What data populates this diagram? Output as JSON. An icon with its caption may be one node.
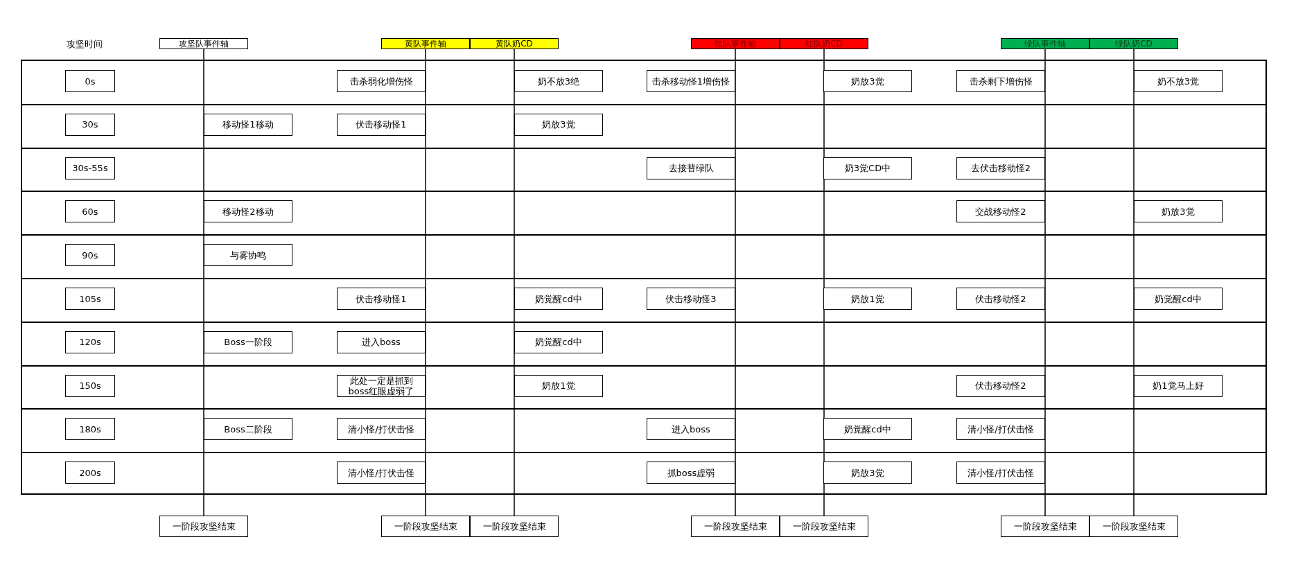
{
  "diagram": {
    "nodes": [
      {
        "text": [
          "攻坚队事件轴"
        ]
      },
      {
        "text": [
          "黄队事件轴"
        ]
      },
      {
        "text": [
          "黄队奶CD"
        ]
      },
      {
        "text": [
          "红队事件轴"
        ]
      },
      {
        "text": [
          "红队奶CD"
        ]
      },
      {
        "text": [
          "绿队事件轴"
        ]
      },
      {
        "text": [
          "绿队奶CD"
        ]
      },
      {
        "text": [],
        "shape": "box"
      },
      {
        "text": [
          "0s"
        ],
        "in": 7
      },
      {
        "text": [
          "击杀弱化增伤怪"
        ],
        "in": 7
      },
      {
        "text": [
          "奶不放3绝"
        ],
        "in": 7
      },
      {
        "text": [
          "击杀移动怪1增伤怪"
        ],
        "in": 7
      },
      {
        "text": [
          "奶放3觉"
        ],
        "in": 7
      },
      {
        "text": [
          "击杀剩下增伤怪"
        ],
        "in": 7
      },
      {
        "text": [
          "奶不放3觉"
        ],
        "in": 7
      },
      {
        "text": [
          "30s"
        ],
        "in": 7
      },
      {
        "text": [
          "移动怪1移动"
        ],
        "in": 7
      },
      {
        "text": [
          "伏击移动怪1"
        ],
        "in": 7
      },
      {
        "text": [
          "奶放3觉"
        ],
        "in": 7
      },
      {
        "text": [
          "30s-55s"
        ],
        "in": 7
      },
      {
        "text": [
          "去接替绿队"
        ],
        "in": 7
      },
      {
        "text": [
          "奶3觉CD中"
        ],
        "in": 7
      },
      {
        "text": [
          "去伏击移动怪2"
        ],
        "in": 7
      },
      {
        "text": [
          "60s"
        ],
        "in": 7
      },
      {
        "text": [
          "移动怪2移动"
        ],
        "in": 7
      },
      {
        "text": [
          "交战移动怪2"
        ],
        "in": 7
      },
      {
        "text": [
          "奶放3觉"
        ],
        "in": 7
      },
      {
        "text": [
          "90s"
        ],
        "in": 7
      },
      {
        "text": [
          "与雾协鸣"
        ],
        "in": 7
      },
      {
        "text": [
          "105s"
        ],
        "in": 7
      },
      {
        "text": [
          "伏击移动怪1"
        ],
        "in": 7
      },
      {
        "text": [
          "奶觉醒cd中"
        ],
        "in": 7
      },
      {
        "text": [
          "伏击移动怪3"
        ],
        "in": 7
      },
      {
        "text": [
          "奶放1觉"
        ],
        "in": 7
      },
      {
        "text": [
          "伏击移动怪2"
        ],
        "in": 7
      },
      {
        "text": [
          "奶觉醒cd中"
        ],
        "in": 7
      },
      {
        "text": [
          "120s"
        ],
        "in": 7
      },
      {
        "text": [
          "Boss一阶段"
        ],
        "in": 7
      },
      {
        "text": [
          "进入boss"
        ],
        "in": 7
      },
      {
        "text": [
          "奶觉醒cd中"
        ],
        "in": 7
      },
      {
        "text": [
          "150s"
        ],
        "in": 7
      },
      {
        "text": [
          "此处一定是抓到boss红眼虚弱了"
        ],
        "in": 7
      },
      {
        "text": [
          "奶放1觉"
        ],
        "in": 7
      },
      {
        "text": [
          "伏击移动怪2"
        ],
        "in": 7
      },
      {
        "text": [
          "奶1觉马上好"
        ],
        "in": 7
      },
      {
        "text": [
          "180s"
        ],
        "in": 7
      },
      {
        "text": [
          "Boss二阶段"
        ],
        "in": 7
      },
      {
        "text": [
          "清小怪/打伏击怪"
        ],
        "in": 7
      },
      {
        "text": [
          "进入boss"
        ],
        "in": 7
      },
      {
        "text": [
          "奶觉醒cd中"
        ],
        "in": 7
      },
      {
        "text": [
          "清小怪/打伏击怪"
        ],
        "in": 7
      },
      {
        "text": [
          "200s"
        ],
        "in": 7
      },
      {
        "text": [
          "清小怪/打伏击怪"
        ],
        "in": 7
      },
      {
        "text": [
          "抓boss虚弱"
        ],
        "in": 7
      },
      {
        "text": [
          "奶放3觉"
        ],
        "in": 7
      },
      {
        "text": [
          "清小怪/打伏击怪"
        ],
        "in": 7
      },
      {
        "text": [
          "一阶段攻坚结束"
        ]
      },
      {
        "text": [
          "一阶段攻坚结束"
        ]
      },
      {
        "text": [
          "一阶段攻坚结束"
        ]
      },
      {
        "text": [
          "一阶段攻坚结束"
        ]
      },
      {
        "text": [
          "一阶段攻坚结束"
        ]
      },
      {
        "text": [
          "一阶段攻坚结束"
        ]
      },
      {
        "text": [
          "一阶段攻坚结束"
        ]
      }
    ],
    "edges": [
      {
        "from": 0,
        "to": 56,
        "arrow": "none"
      },
      {
        "from": 1,
        "to": 57,
        "arrow": "none"
      },
      {
        "from": 2,
        "to": 58,
        "arrow": "none"
      },
      {
        "from": 3,
        "to": 59,
        "arrow": "none"
      },
      {
        "from": 4,
        "to": 60,
        "arrow": "none"
      },
      {
        "from": 5,
        "to": 61,
        "arrow": "none"
      },
      {
        "from": 6,
        "to": 62,
        "arrow": "none"
      }
    ],
    "labels": [
      "攻坚时间"
    ]
  }
}
